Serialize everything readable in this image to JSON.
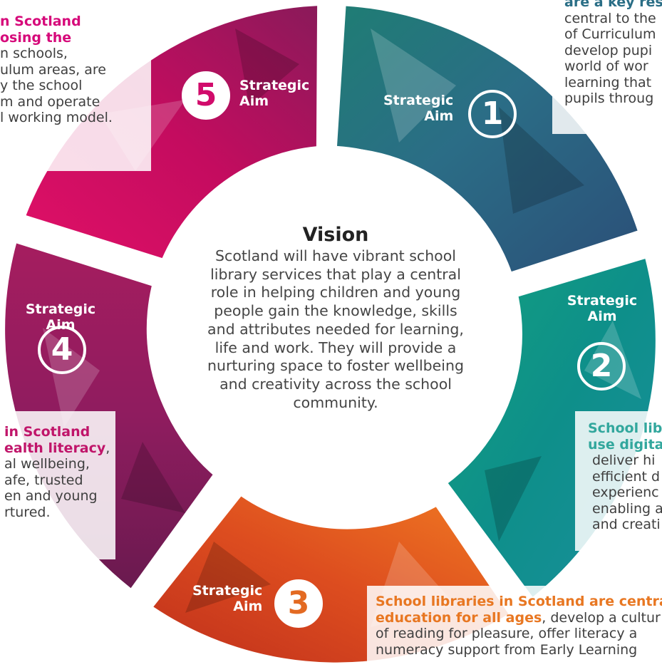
{
  "colors": {
    "aim1": "#2e6d82",
    "aim2": "#109a8a",
    "aim3": "#e0571f",
    "aim4": "#a21d63",
    "aim5": "#cc1062",
    "aim1_text": "#2a6e86",
    "aim2_text": "#32a79d",
    "aim3_text": "#e87722",
    "aim4_text": "#c0156a",
    "aim5_text": "#d6097a",
    "vision_text": "#454545"
  },
  "vision": {
    "title": "Vision",
    "text": "Scotland will have vibrant school library services that play a central role in helping children and young people gain the knowledge, skills and attributes needed for learning, life and work. They will provide a nurturing space to foster wellbeing and creativity across the school community."
  },
  "aims": [
    {
      "number": "1",
      "label_line1": "Strategic",
      "label_line2": "Aim"
    },
    {
      "number": "2",
      "label_line1": "Strategic",
      "label_line2": "Aim"
    },
    {
      "number": "3",
      "label_line1": "Strategic",
      "label_line2": "Aim"
    },
    {
      "number": "4",
      "label_line1": "Strategic",
      "label_line2": "Aim"
    },
    {
      "number": "5",
      "label_line1": "Strategic",
      "label_line2": "Aim"
    }
  ],
  "panels": {
    "aim1": [
      "are a key res",
      "central to the",
      "of Curriculum",
      "develop pupi",
      "world of wor",
      "learning that",
      "pupils throug"
    ],
    "aim2_bold": [
      "School lib",
      "use digita"
    ],
    "aim2": [
      "deliver hi",
      "efficient d",
      "experienc",
      "enabling a",
      "and creati"
    ],
    "aim3_bold": [
      "School libraries in Scotland are central",
      "education for all ages"
    ],
    "aim3_rest": ", develop a cultur",
    "aim3": [
      "of reading for pleasure, offer literacy a",
      "numeracy support from Early Learning"
    ],
    "aim4_bold": [
      "in Scotland",
      "ealth literacy"
    ],
    "aim4_comma": ",",
    "aim4": [
      "al wellbeing,",
      "afe, trusted",
      "en and young",
      "rtured."
    ],
    "aim5_bold": [
      "n Scotland",
      "osing the"
    ],
    "aim5": [
      "n schools,",
      "ulum areas, are",
      "y the school",
      "m and operate",
      "l working model."
    ]
  }
}
